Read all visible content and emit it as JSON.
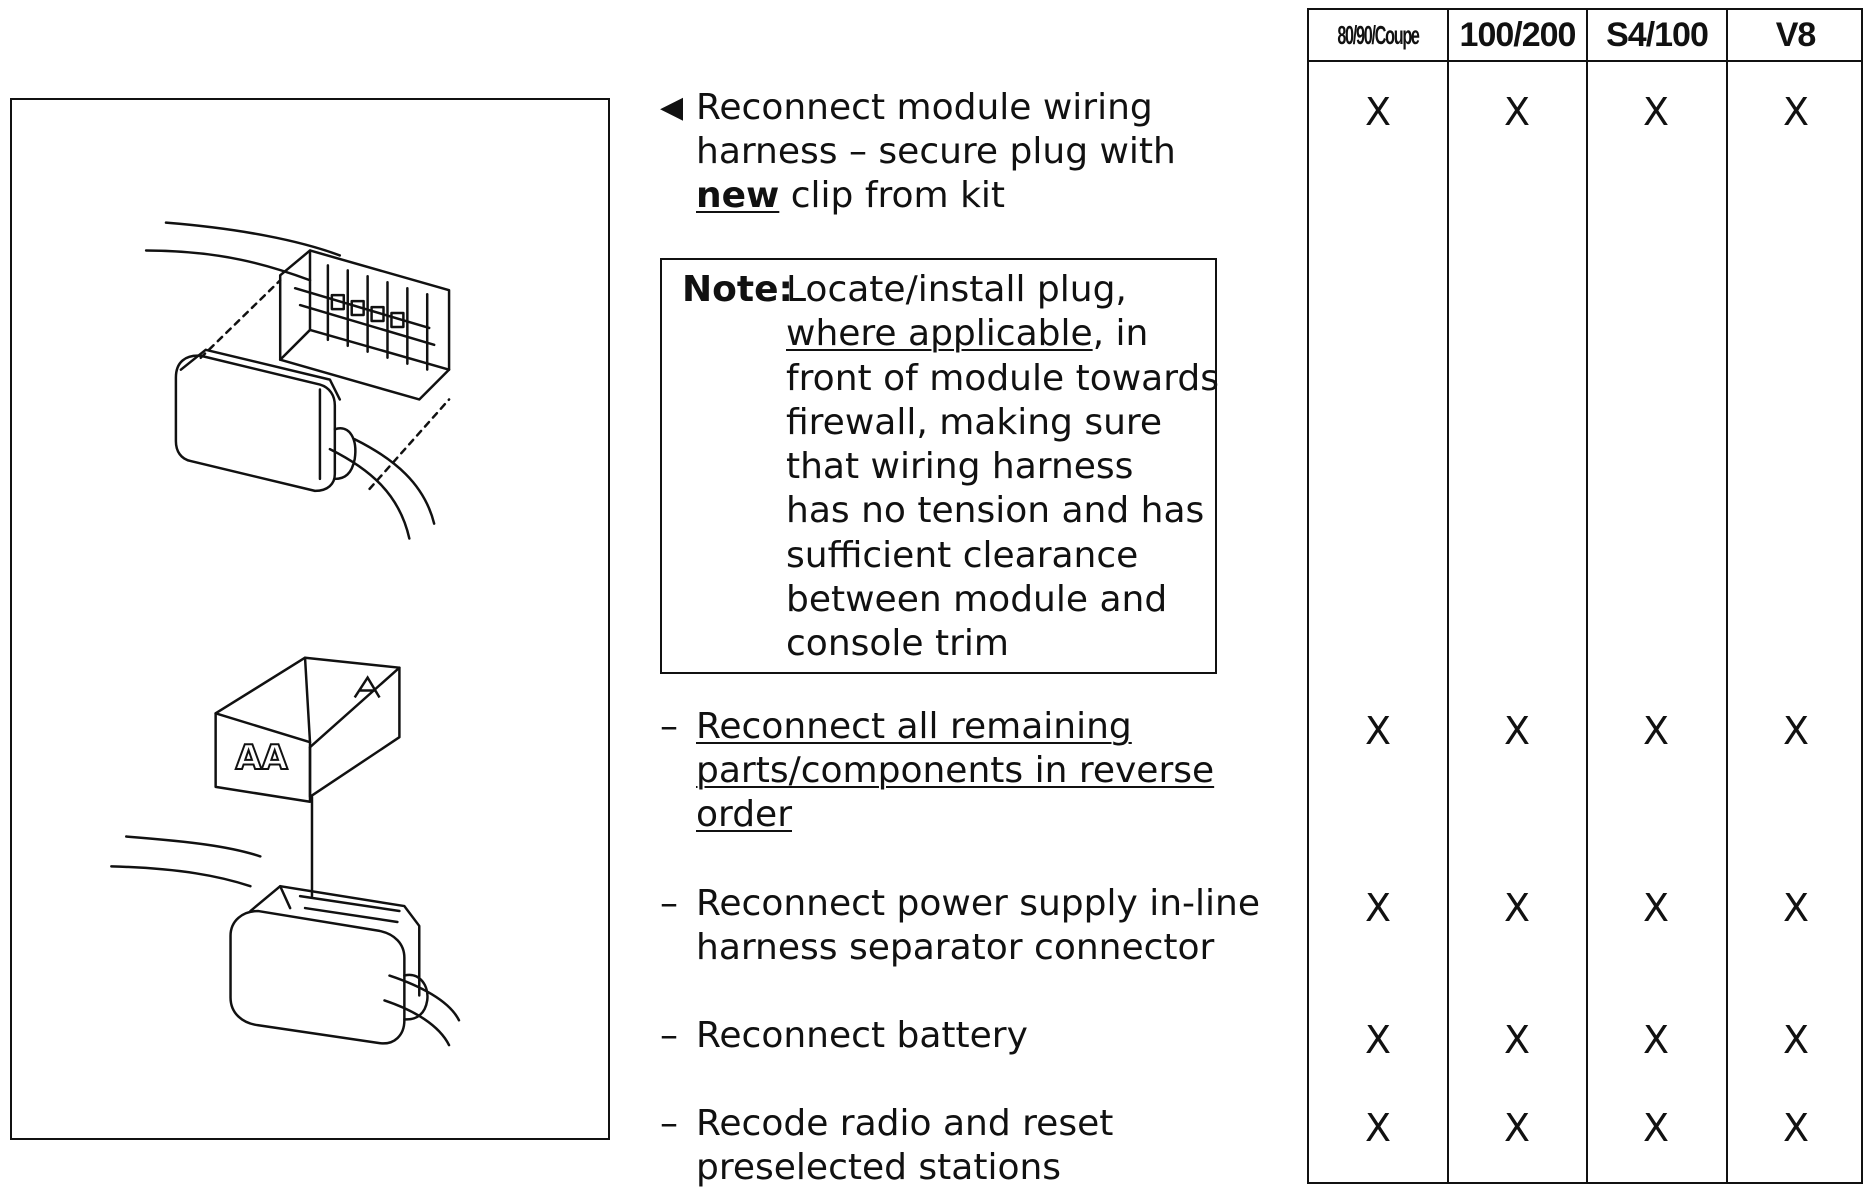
{
  "steps": {
    "step1": {
      "bullet": "◀",
      "line1": "Reconnect module wiring",
      "line2": "harness – secure plug with",
      "line3_bold": "new",
      "line3_rest": " clip from kit"
    },
    "note": {
      "label": "Note:",
      "line1": "Locate/install plug,",
      "line2_u": "where applicable",
      "line2_rest": ", in",
      "line3": "front of module towards",
      "line4": "firewall, making sure",
      "line5": "that wiring harness",
      "line6": "has no tension and has",
      "line7": "sufficient clearance",
      "line8": "between module and",
      "line9": "console trim"
    },
    "step2": {
      "bullet": "–",
      "line1": "Reconnect all remaining",
      "line2": "parts/components in reverse",
      "line3": "order"
    },
    "step3": {
      "bullet": "–",
      "line1": "Reconnect power supply in-line",
      "line2": "harness separator connector"
    },
    "step4": {
      "bullet": "–",
      "line1": "Reconnect battery"
    },
    "step5": {
      "bullet": "–",
      "line1": "Recode radio and reset",
      "line2": "preselected stations"
    }
  },
  "table": {
    "headers": [
      "80/90/Coupe",
      "100/200",
      "S4/100",
      "V8"
    ],
    "mark": "X"
  },
  "figure": {
    "label": "AA"
  }
}
